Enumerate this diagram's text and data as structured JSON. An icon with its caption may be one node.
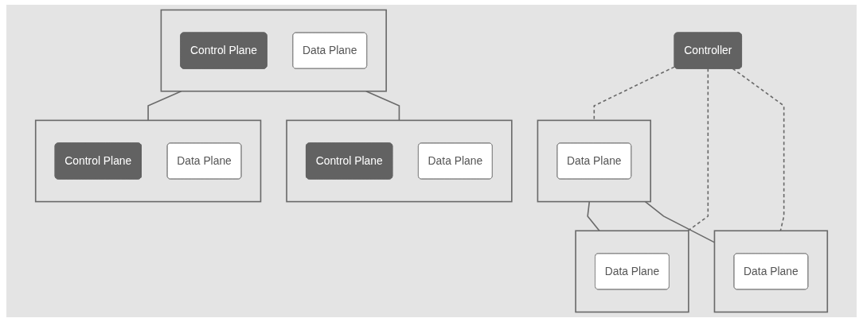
{
  "diagram": {
    "nodes": [
      {
        "text": [],
        "shape": "box"
      },
      {
        "text": [
          "Control Plane"
        ],
        "in": 0
      },
      {
        "text": [
          "Data Plane"
        ],
        "in": 0
      },
      {
        "text": [],
        "shape": "box"
      },
      {
        "text": [
          "Control Plane"
        ],
        "in": 3
      },
      {
        "text": [
          "Data Plane"
        ],
        "in": 3
      },
      {
        "text": [],
        "shape": "box"
      },
      {
        "text": [
          "Control Plane"
        ],
        "in": 6
      },
      {
        "text": [
          "Data Plane"
        ],
        "in": 6
      },
      {
        "text": [
          "Controller"
        ]
      },
      {
        "text": [],
        "shape": "box"
      },
      {
        "text": [
          "Data Plane"
        ],
        "in": 10
      },
      {
        "text": [],
        "shape": "box"
      },
      {
        "text": [
          "Data Plane"
        ],
        "in": 12
      },
      {
        "text": [],
        "shape": "box"
      },
      {
        "text": [
          "Data Plane"
        ],
        "in": 14
      }
    ],
    "edges": [
      {
        "from": 0,
        "to": 3,
        "arrow": "none"
      },
      {
        "from": 0,
        "to": 6,
        "arrow": "none"
      },
      {
        "from": 9,
        "to": 10,
        "arrow": "none",
        "style": "dashed"
      },
      {
        "from": 9,
        "to": 12,
        "arrow": "none",
        "style": "dashed"
      },
      {
        "from": 9,
        "to": 14,
        "arrow": "none",
        "style": "dashed"
      },
      {
        "from": 10,
        "to": 12,
        "arrow": "none"
      },
      {
        "from": 10,
        "to": 14,
        "arrow": "none"
      }
    ]
  }
}
